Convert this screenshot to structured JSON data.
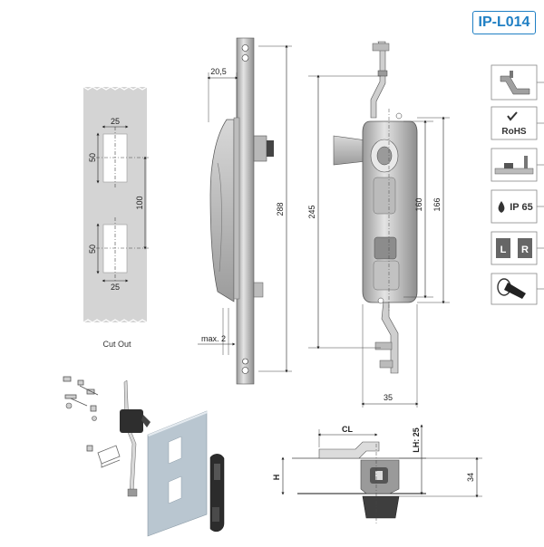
{
  "header": {
    "product_code": "IP-L014"
  },
  "cutout": {
    "caption": "Cut Out",
    "dim_width_top": "25",
    "dim_width_bottom": "25",
    "dim_height_top": "50",
    "dim_height_bottom": "50",
    "dim_pitch": "100"
  },
  "side_view": {
    "dim_offset": "20,5",
    "dim_max": "max. 2",
    "dim_total": "288"
  },
  "front_view": {
    "dim_245": "245",
    "dim_160": "160",
    "dim_166": "166",
    "dim_width": "35"
  },
  "bottom_view": {
    "label_cl": "CL",
    "label_lh": "LH: 25",
    "label_h": "H",
    "dim_34": "34"
  },
  "feature_icons": [
    {
      "name": "rod-profile"
    },
    {
      "name": "rohs",
      "label": "RoHS"
    },
    {
      "name": "panel-mount"
    },
    {
      "name": "ip-rating",
      "label": "IP 65"
    },
    {
      "name": "left-right",
      "label_left": "L",
      "label_right": "R"
    },
    {
      "name": "key-lock"
    }
  ],
  "colors": {
    "accent": "#1f7fc4",
    "part_gray": "#c8c8c8",
    "cutout_gray": "#d4d4d4"
  }
}
